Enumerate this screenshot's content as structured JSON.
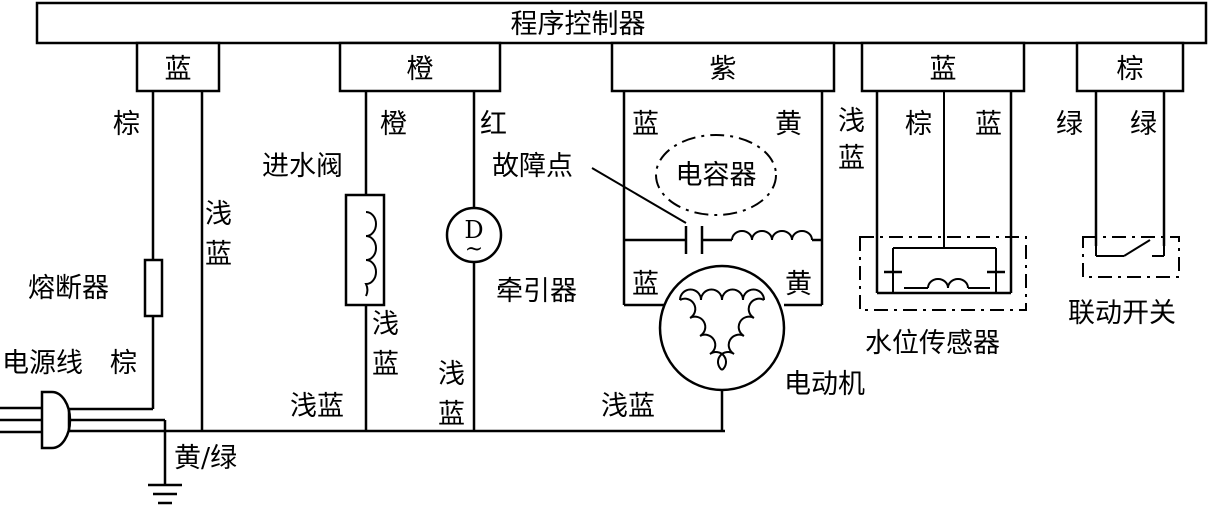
{
  "controller": {
    "title": "程序控制器"
  },
  "terminals": {
    "t1": "蓝",
    "t2": "橙",
    "t3": "紫",
    "t4": "蓝",
    "t5": "棕"
  },
  "wires": {
    "brown_top": "棕",
    "light_blue_1a": "浅",
    "light_blue_1b": "蓝",
    "orange": "橙",
    "red": "红",
    "light_blue_2a": "浅",
    "light_blue_2b": "蓝",
    "light_blue_3a": "浅",
    "light_blue_3b": "蓝",
    "light_blue_bottom_1": "浅蓝",
    "light_blue_bottom_2": "浅蓝",
    "blue_motor_top": "蓝",
    "yellow_motor_top": "黄",
    "blue_motor_bottom": "蓝",
    "yellow_motor_bottom": "黄",
    "light_blue_4a": "浅",
    "light_blue_4b": "蓝",
    "brown_sensor": "棕",
    "blue_sensor": "蓝",
    "green_1": "绿",
    "green_2": "绿",
    "brown_power": "棕",
    "ground": "黄/绿"
  },
  "components": {
    "fuse": "熔断器",
    "power_cord": "电源线",
    "inlet_valve": "进水阀",
    "fault_point": "故障点",
    "capacitor": "电容器",
    "tractor": "牵引器",
    "tractor_symbol": "D",
    "tractor_tilde": "~",
    "motor": "电动机",
    "water_level_sensor": "水位传感器",
    "interlock_switch": "联动开关"
  }
}
